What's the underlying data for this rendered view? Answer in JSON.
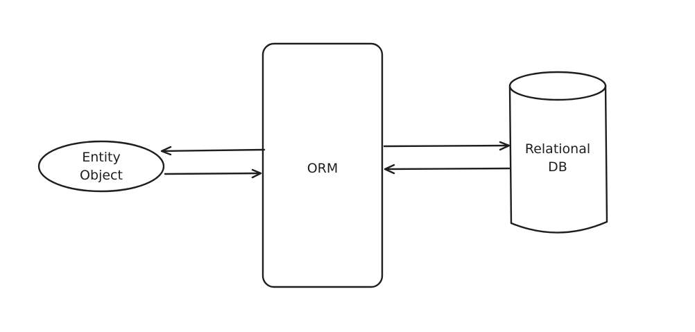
{
  "diagram": {
    "nodes": {
      "entity": {
        "line1": "Entity",
        "line2": "Object",
        "shape": "ellipse"
      },
      "orm": {
        "label": "ORM",
        "shape": "rounded-rectangle"
      },
      "db": {
        "line1": "Relational",
        "line2": "DB",
        "shape": "cylinder"
      }
    },
    "edges": [
      {
        "from": "orm",
        "to": "entity"
      },
      {
        "from": "entity",
        "to": "orm"
      },
      {
        "from": "orm",
        "to": "db"
      },
      {
        "from": "db",
        "to": "orm"
      }
    ],
    "colors": {
      "stroke": "#1e1e1e",
      "background": "#ffffff"
    }
  }
}
